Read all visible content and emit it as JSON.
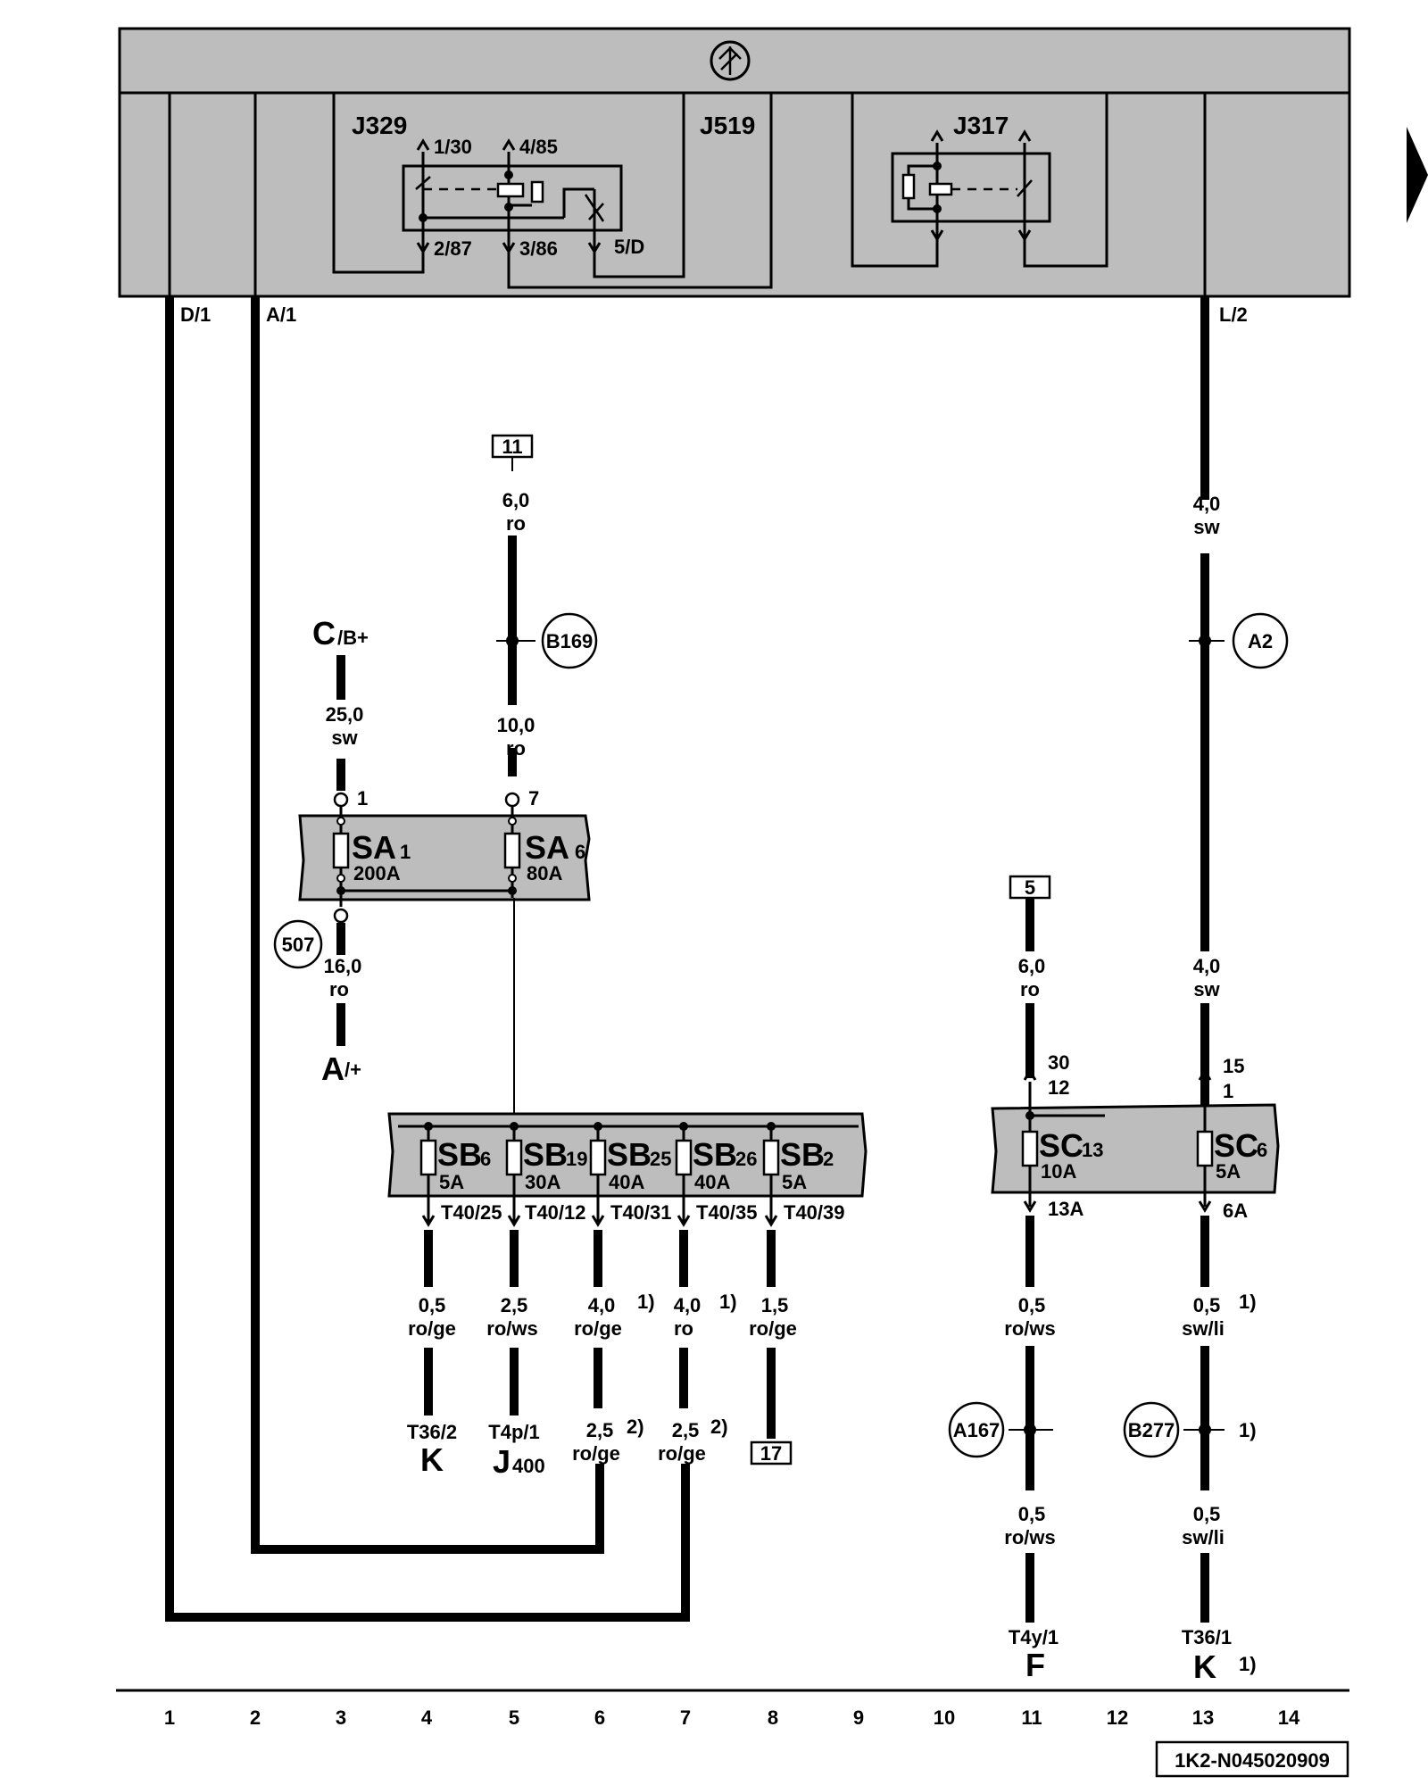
{
  "diagram": {
    "relay_box": {
      "components": [
        "J329",
        "J519",
        "J317"
      ],
      "j329_pins": [
        "1/30",
        "4/85",
        "2/87",
        "3/86",
        "5/D"
      ],
      "outputs": [
        "D/1",
        "A/1",
        "L/2"
      ]
    },
    "refs": {
      "r11": "11",
      "r5": "5",
      "r17": "17"
    },
    "circles": {
      "b169": "B169",
      "a2": "A2",
      "c507": "507",
      "a167": "A167",
      "b277": "B277"
    },
    "wires": {
      "top_mid": [
        "6,0",
        "ro"
      ],
      "mid_b169": [
        "10,0",
        "ro"
      ],
      "right_top": [
        "4,0",
        "sw"
      ],
      "right_mid": [
        "4,0",
        "sw"
      ],
      "left_main": [
        "25,0",
        "sw"
      ],
      "left_below": [
        "16,0",
        "ro"
      ],
      "sc13_in": [
        "6,0",
        "ro"
      ],
      "sb6_out": [
        "0,5",
        "ro/ge"
      ],
      "sb19_out": [
        "2,5",
        "ro/ws"
      ],
      "sb25_out": [
        "4,0",
        "ro/ge"
      ],
      "sb26_out": [
        "4,0",
        "ro"
      ],
      "sb2_out": [
        "1,5",
        "ro/ge"
      ],
      "sb25_low": [
        "2,5",
        "ro/ge"
      ],
      "sb26_low": [
        "2,5",
        "ro/ge"
      ],
      "sc13_out": [
        "0,5",
        "ro/ws"
      ],
      "sc6_out": [
        "0,5",
        "sw/li"
      ],
      "sc13_low": [
        "0,5",
        "ro/ws"
      ],
      "sc6_low": [
        "0,5",
        "sw/li"
      ]
    },
    "terminals": {
      "cb": "C",
      "cb_sub": "/B+",
      "a": "A",
      "a_sub": "/+",
      "k1": "K",
      "k1_pin": "T36/2",
      "j400": "J",
      "j400_sub": "400",
      "j400_pin": "T4p/1",
      "f": "F",
      "f_pin": "T4y/1",
      "k2": "K",
      "k2_pin": "T36/1"
    },
    "fuse_sa": {
      "sa1": "SA",
      "sa1_sub": "1",
      "sa1_amp": "200A",
      "sa1_pin": "1",
      "sa6": "SA",
      "sa6_sub": "6",
      "sa6_amp": "80A",
      "sa6_pin": "7"
    },
    "fuse_sb": [
      {
        "name": "SB",
        "sub": "6",
        "amp": "5A",
        "pin": "T40/25"
      },
      {
        "name": "SB",
        "sub": "19",
        "amp": "30A",
        "pin": "T40/12"
      },
      {
        "name": "SB",
        "sub": "25",
        "amp": "40A",
        "pin": "T40/31"
      },
      {
        "name": "SB",
        "sub": "26",
        "amp": "40A",
        "pin": "T40/35"
      },
      {
        "name": "SB",
        "sub": "2",
        "amp": "5A",
        "pin": "T40/39"
      }
    ],
    "fuse_sc": [
      {
        "name": "SC",
        "sub": "13",
        "amp": "10A",
        "in_top": "30",
        "in_bot": "12",
        "out": "13A"
      },
      {
        "name": "SC",
        "sub": "6",
        "amp": "5A",
        "in_top": "15",
        "in_bot": "1",
        "out": "6A"
      }
    ],
    "notes": {
      "n1": "1)",
      "n2": "2)"
    },
    "columns": [
      "1",
      "2",
      "3",
      "4",
      "5",
      "6",
      "7",
      "8",
      "9",
      "10",
      "11",
      "12",
      "13",
      "14"
    ],
    "doc_id": "1K2-N045020909"
  }
}
